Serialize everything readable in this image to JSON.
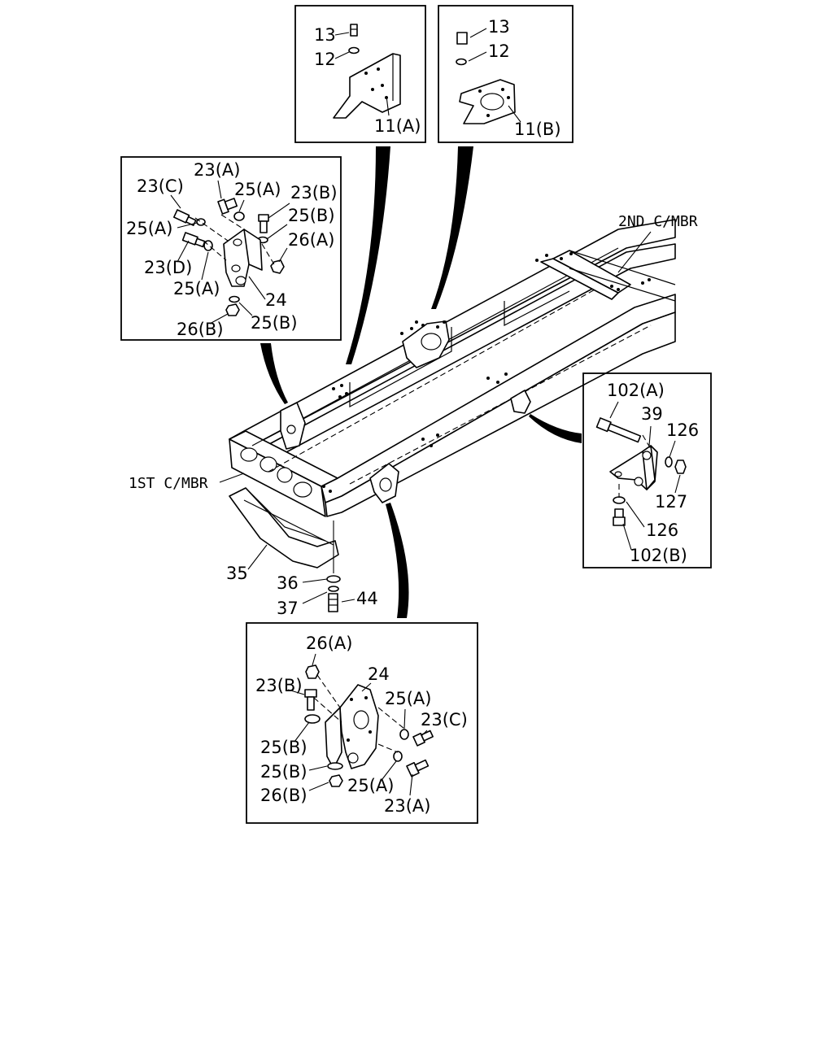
{
  "diagram": {
    "frame_labels": {
      "first_crossmember": "1ST C/MBR",
      "second_crossmember": "2ND C/MBR"
    },
    "inset_11a": {
      "labels": [
        "13",
        "12",
        "11(A)"
      ]
    },
    "inset_11b": {
      "labels": [
        "13",
        "12",
        "11(B)"
      ]
    },
    "inset_left": {
      "labels": [
        "23(A)",
        "23(C)",
        "25(A)",
        "23(B)",
        "25(A)",
        "25(B)",
        "26(A)",
        "23(D)",
        "25(A)",
        "24",
        "26(B)",
        "25(B)"
      ]
    },
    "inset_right": {
      "labels": [
        "102(A)",
        "39",
        "126",
        "127",
        "126",
        "102(B)"
      ]
    },
    "inset_bottom": {
      "labels": [
        "26(A)",
        "24",
        "23(B)",
        "25(A)",
        "23(C)",
        "25(B)",
        "25(B)",
        "25(A)",
        "26(B)",
        "23(A)"
      ]
    },
    "bracket_labels": [
      "35",
      "36",
      "44",
      "37"
    ]
  }
}
